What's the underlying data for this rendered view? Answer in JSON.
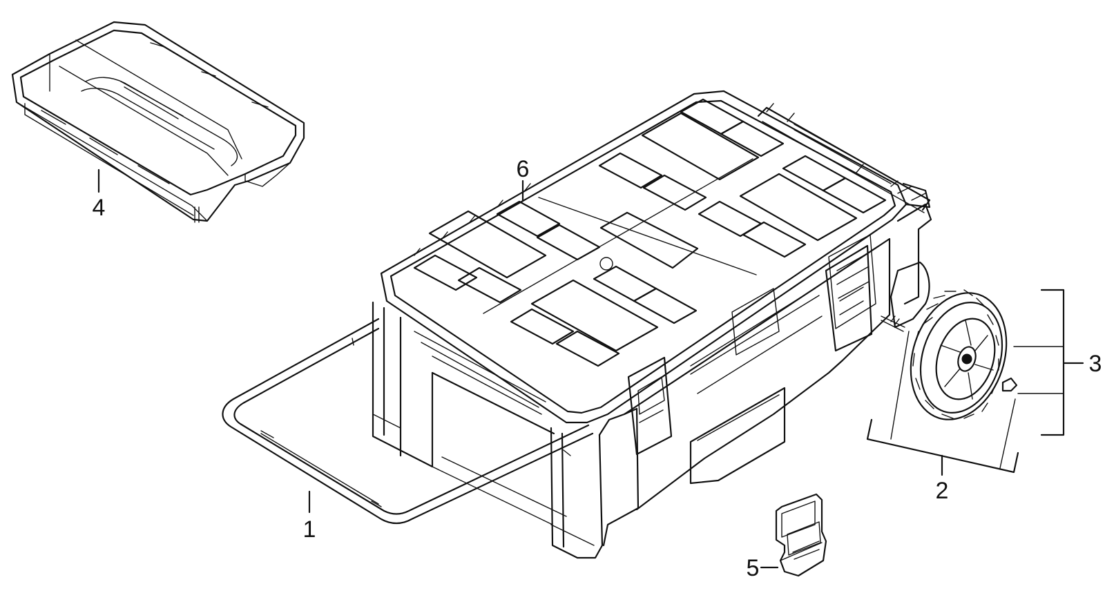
{
  "callouts": [
    {
      "id": "1",
      "text": "1"
    },
    {
      "id": "2",
      "text": "2"
    },
    {
      "id": "3",
      "text": "3"
    },
    {
      "id": "4",
      "text": "4"
    },
    {
      "id": "5",
      "text": "5"
    },
    {
      "id": "6",
      "text": "6"
    }
  ],
  "colors": {
    "ink": "#111111",
    "background": "#ffffff"
  }
}
